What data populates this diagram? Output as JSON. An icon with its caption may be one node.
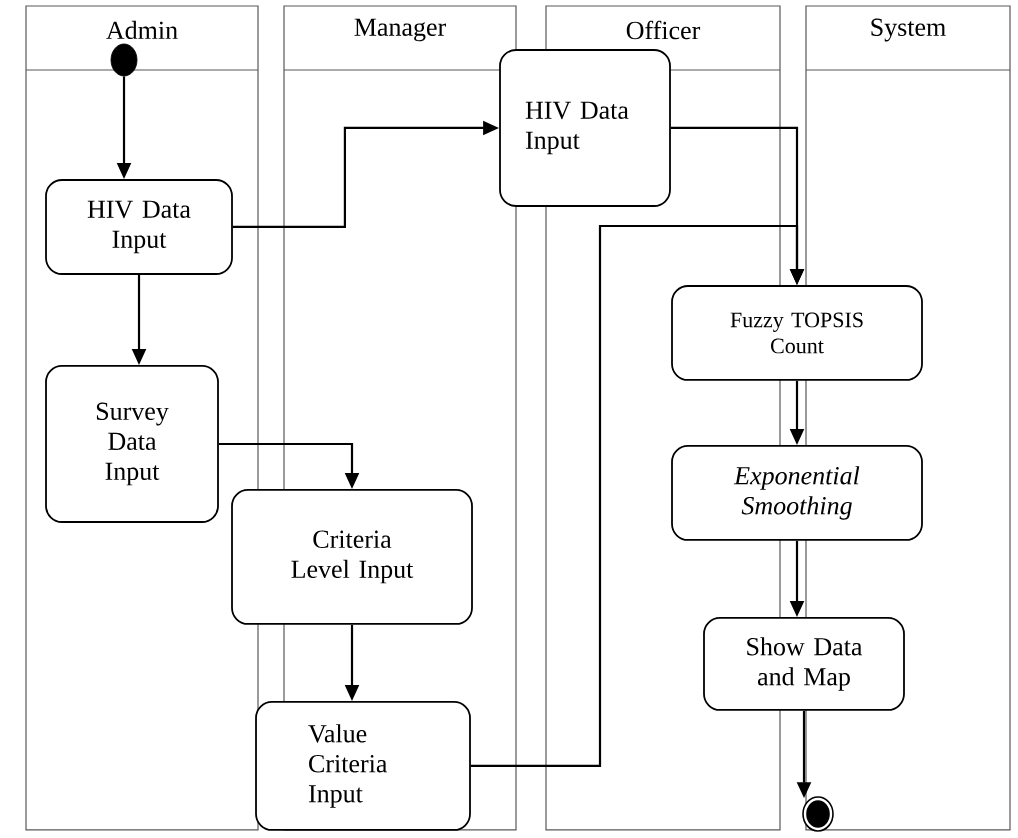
{
  "diagram": {
    "nodes": [
      {
        "text": [],
        "shape": "circle"
      },
      {
        "text": [
          "HIV Data Input"
        ]
      },
      {
        "text": [
          "Survey Data Input"
        ]
      },
      {
        "text": [
          "Criteria Level Input"
        ]
      },
      {
        "text": [
          "Value Criteria Input"
        ]
      },
      {
        "text": [
          "HIV Data Input"
        ]
      },
      {
        "text": [
          "Fuzzy TOPSIS Count"
        ]
      },
      {
        "text": [
          "Exponential Smoothing"
        ]
      },
      {
        "text": [
          "Show Data and Map"
        ]
      },
      {
        "text": [],
        "shape": "circle"
      }
    ],
    "edges": [
      {
        "from": 0,
        "to": 1,
        "arrow": "to"
      },
      {
        "from": 1,
        "to": 2,
        "arrow": "to"
      },
      {
        "from": 1,
        "to": 5,
        "arrow": "to"
      },
      {
        "from": 2,
        "to": 3,
        "arrow": "to"
      },
      {
        "from": 3,
        "to": 4,
        "arrow": "to"
      },
      {
        "from": 5,
        "to": 6,
        "arrow": "to"
      },
      {
        "from": 4,
        "to": 6,
        "arrow": "to"
      },
      {
        "from": 6,
        "to": 7,
        "arrow": "to"
      },
      {
        "from": 7,
        "to": 8,
        "arrow": "to"
      },
      {
        "from": 8,
        "to": 9,
        "arrow": "to"
      }
    ],
    "labels": [
      "Admin",
      "Manager",
      "Officer",
      "System"
    ]
  }
}
